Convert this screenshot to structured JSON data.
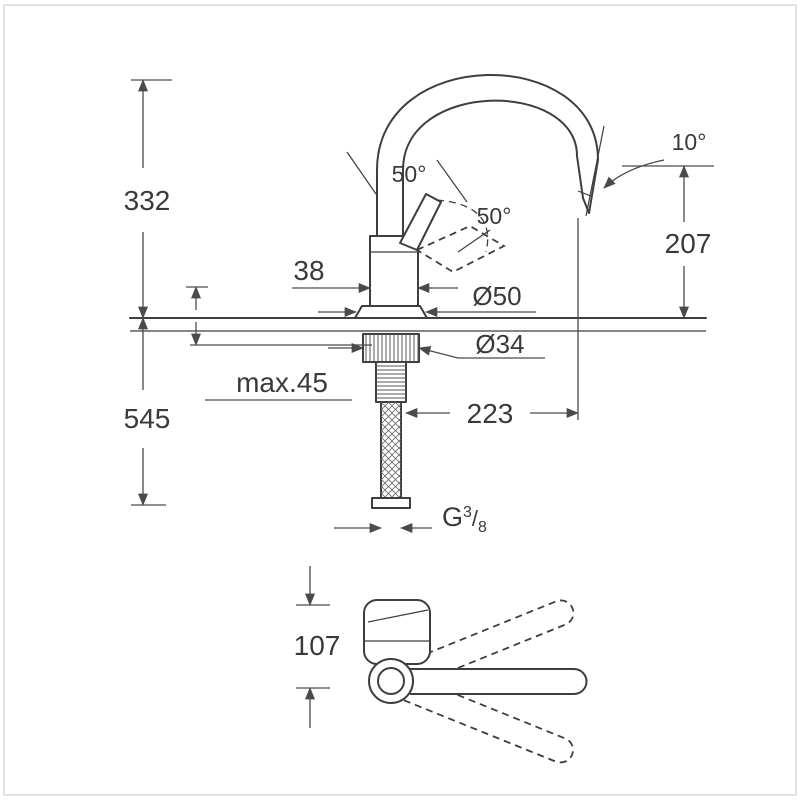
{
  "meta": {
    "background": "#ffffff",
    "line_color": "#3e3e3e",
    "text_color": "#3a3a3a",
    "drawing_type": "faucet technical dimension drawing"
  },
  "labels": {
    "height_above": "332",
    "depth_below": "545",
    "body_width": "38",
    "base_diameter": "Ø50",
    "hole_diameter": "Ø34",
    "max_thickness": "max.45",
    "spout_reach": "223",
    "spout_height": "207",
    "spout_angle": "10°",
    "handle_angle_top": "50°",
    "handle_angle_side": "50°",
    "thread_g": "G",
    "thread_numerator": "3",
    "thread_slash": "/",
    "thread_denominator": "8",
    "handle_length": "107"
  }
}
